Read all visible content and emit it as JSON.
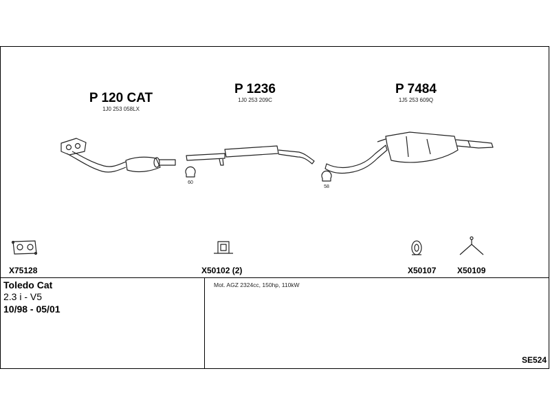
{
  "parts": [
    {
      "code": "P 120 CAT",
      "oem": "1J0 253 058LX"
    },
    {
      "code": "P 1236",
      "oem": "1J0 253 209C"
    },
    {
      "code": "P 7484",
      "oem": "1J5 253 609Q"
    }
  ],
  "clamps": [
    {
      "size": "60"
    },
    {
      "size": "58"
    }
  ],
  "accessories": [
    {
      "code": "X75128"
    },
    {
      "code": "X50102 (2)"
    },
    {
      "code": "X50107"
    },
    {
      "code": "X50109"
    }
  ],
  "vehicle": {
    "name": "Toledo Cat",
    "engine": "2.3 i - V5",
    "years": "10/98 - 05/01"
  },
  "notes": {
    "engine_text": "Mot. AGZ 2324cc, 150hp, 110kW"
  },
  "reference": "SE524"
}
